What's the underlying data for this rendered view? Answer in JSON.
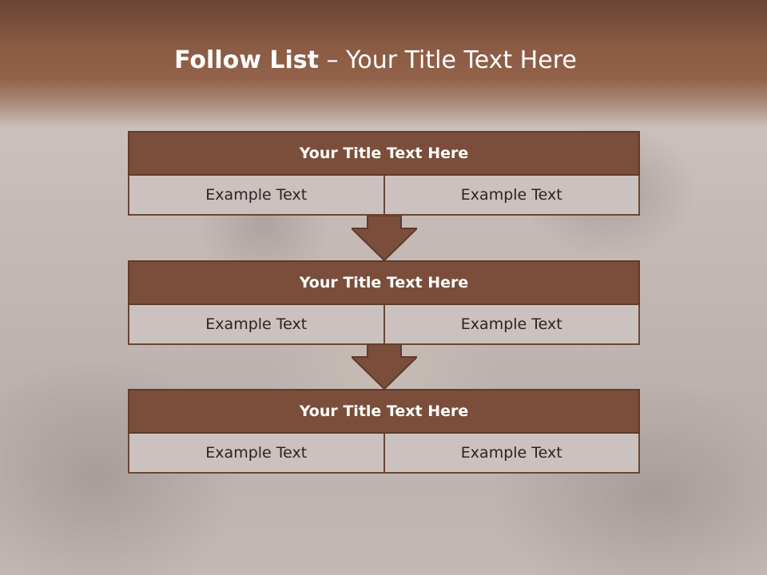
{
  "slide": {
    "title_bold": "Follow List",
    "title_rest": " – Your Title Text Here"
  },
  "steps": [
    {
      "title": "Your Title Text Here",
      "left": "Example Text",
      "right": "Example Text"
    },
    {
      "title": "Your Title Text Here",
      "left": "Example Text",
      "right": "Example Text"
    },
    {
      "title": "Your Title Text Here",
      "left": "Example Text",
      "right": "Example Text"
    }
  ],
  "colors": {
    "header_brown": "#8a5a43",
    "block_brown": "#7a4e3a",
    "cell_fill": "#cbc2bf"
  },
  "icons": [
    "down-arrow-icon"
  ]
}
